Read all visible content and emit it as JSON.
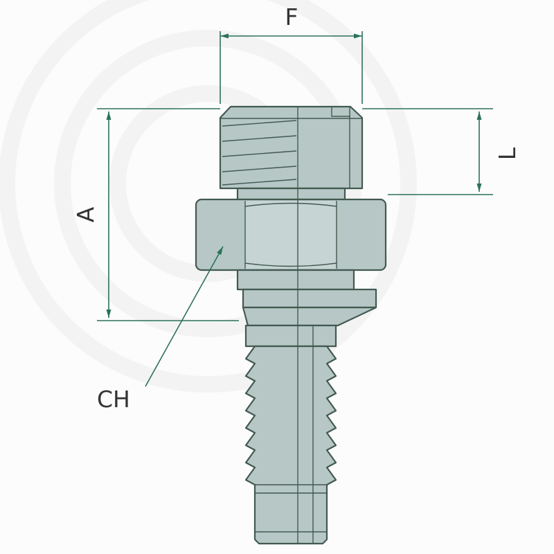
{
  "drawing": {
    "labels": {
      "f": "F",
      "a": "A",
      "l": "L",
      "ch": "CH"
    },
    "colors": {
      "background": "#fcfcfc",
      "body_fill": "#b6c7c6",
      "body_highlight": "#c6d4d3",
      "body_outline": "#42594f",
      "dimension_line": "#2b7257",
      "label_text": "#333333",
      "watermark": "#f3f3f3"
    }
  }
}
